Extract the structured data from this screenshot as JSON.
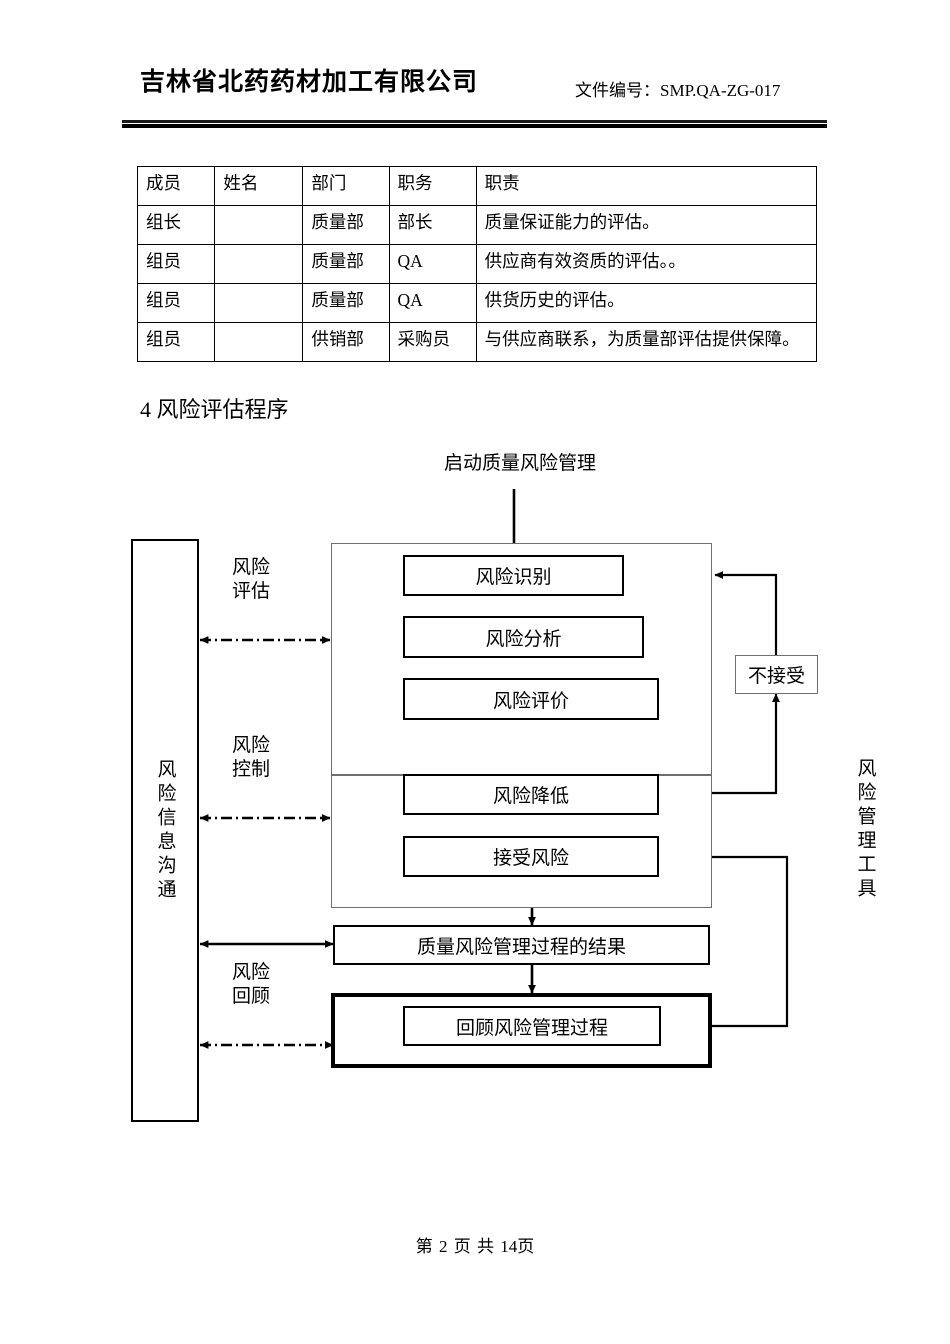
{
  "header": {
    "company": "吉林省北药药材加工有限公司",
    "doc_number_label": "文件编号：",
    "doc_number_value": "SMP.QA-ZG-017"
  },
  "table": {
    "headers": [
      "成员",
      "姓名",
      "部门",
      "职务",
      "职责"
    ],
    "rows": [
      {
        "member": "组长",
        "name": "",
        "dept": "质量部",
        "post": "部长",
        "duty": "质量保证能力的评估。"
      },
      {
        "member": "组员",
        "name": "",
        "dept": "质量部",
        "post": "QA",
        "duty": "供应商有效资质的评估。。"
      },
      {
        "member": "组员",
        "name": "",
        "dept": "质量部",
        "post": "QA",
        "duty": "供货历史的评估。"
      },
      {
        "member": "组员",
        "name": "",
        "dept": "供销部",
        "post": "采购员",
        "duty": "与供应商联系，为质量部评估提供保障。"
      }
    ]
  },
  "section": {
    "title": "4 风险评估程序"
  },
  "flow": {
    "start_label": "启动质量风险管理",
    "left_panel": "风险信息沟通",
    "right_panel": "风险管理工具",
    "stage_labels": {
      "assessment_line1": "风险",
      "assessment_line2": "评估",
      "control_line1": "风险",
      "control_line2": "控制",
      "review_line1": "风险",
      "review_line2": "回顾"
    },
    "boxes": {
      "identify": "风险识别",
      "analyze": "风险分析",
      "evaluate": "风险评价",
      "reduce": "风险降低",
      "accept": "接受风险",
      "result": "质量风险管理过程的结果",
      "review": "回顾风险管理过程",
      "unacceptable": "不接受"
    }
  },
  "footer": {
    "prefix": "第",
    "page": "2",
    "page_unit": "页",
    "of": "共",
    "total": "14页"
  },
  "colors": {
    "ink": "#000000",
    "thin_line": "#6e6e6e",
    "paper": "#ffffff"
  }
}
